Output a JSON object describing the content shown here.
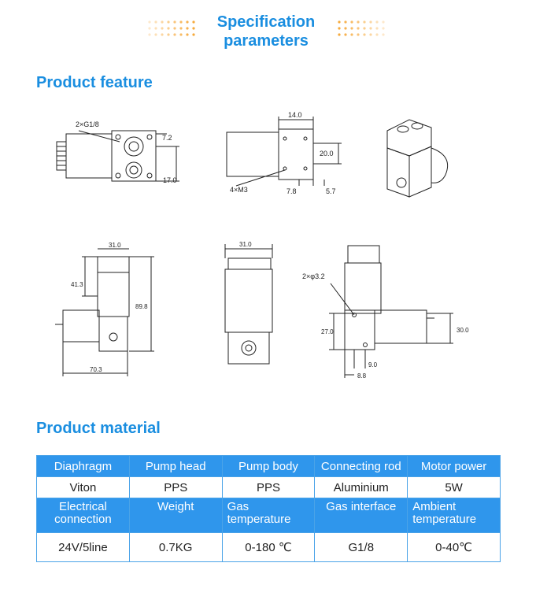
{
  "header": {
    "title_line1": "Specification",
    "title_line2": "parameters",
    "accent_color": "#1a8ee0",
    "dot_color": "#f6a531"
  },
  "sections": {
    "feature_title": "Product feature",
    "material_title": "Product material"
  },
  "drawings": {
    "top_view": {
      "port_label": "2×G1/8",
      "dim_small": "7.2",
      "dim_height": "17.0"
    },
    "side_view": {
      "dim_top": "14.0",
      "dim_right": "20.0",
      "dim_bottom_a": "7.8",
      "dim_bottom_b": "5.7",
      "hole_label": "4×M3"
    },
    "front_view": {
      "dim_top": "31.0",
      "dim_upper": "41.3",
      "dim_total": "89.8",
      "dim_bottom": "70.3"
    },
    "back_view": {
      "dim_top": "31.0"
    },
    "right_view": {
      "hole_label": "2×φ3.2",
      "dim_left": "27.0",
      "dim_right": "30.0",
      "dim_a": "9.0",
      "dim_b": "8.8"
    }
  },
  "table": {
    "row1_headers": [
      "Diaphragm",
      "Pump head",
      "Pump body",
      "Connecting rod",
      "Motor power"
    ],
    "row1_values": [
      "Viton",
      "PPS",
      "PPS",
      "Aluminium",
      "5W"
    ],
    "row2_headers": [
      "Electrical connection",
      "Weight",
      "Gas temperature",
      "Gas interface",
      "Ambient temperature"
    ],
    "row2_values": [
      "24V/5line",
      "0.7KG",
      "0-180 ℃",
      "G1/8",
      "0-40℃"
    ],
    "header_bg": "#2f96ec",
    "border_color": "#4aa3e8"
  }
}
